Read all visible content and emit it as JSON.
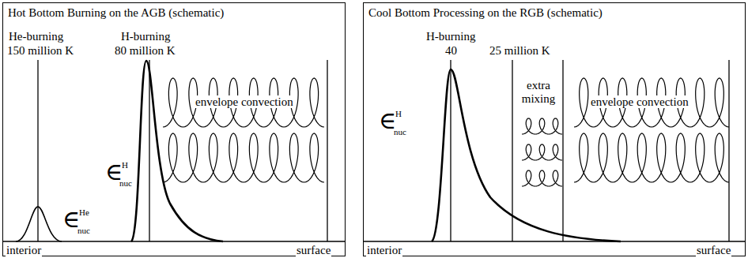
{
  "diagram": {
    "nodes": [
      {
        "text": [
          "Hot Bottom Burning on the AGB (schematic)"
        ]
      },
      {
        "text": [
          "Cool Bottom Processing on the RGB (schematic)"
        ]
      }
    ],
    "labels": [
      "He-burning",
      "150 million K",
      "H-burning",
      "80 million K",
      "envelope convection",
      "∈",
      "H",
      "nuc",
      "∈",
      "He",
      "nuc",
      "interior",
      "surface",
      "H-burning",
      "40",
      "25 million K",
      "extra mixing",
      "envelope convection",
      "∈",
      "H",
      "nuc",
      "interior",
      "surface"
    ]
  }
}
